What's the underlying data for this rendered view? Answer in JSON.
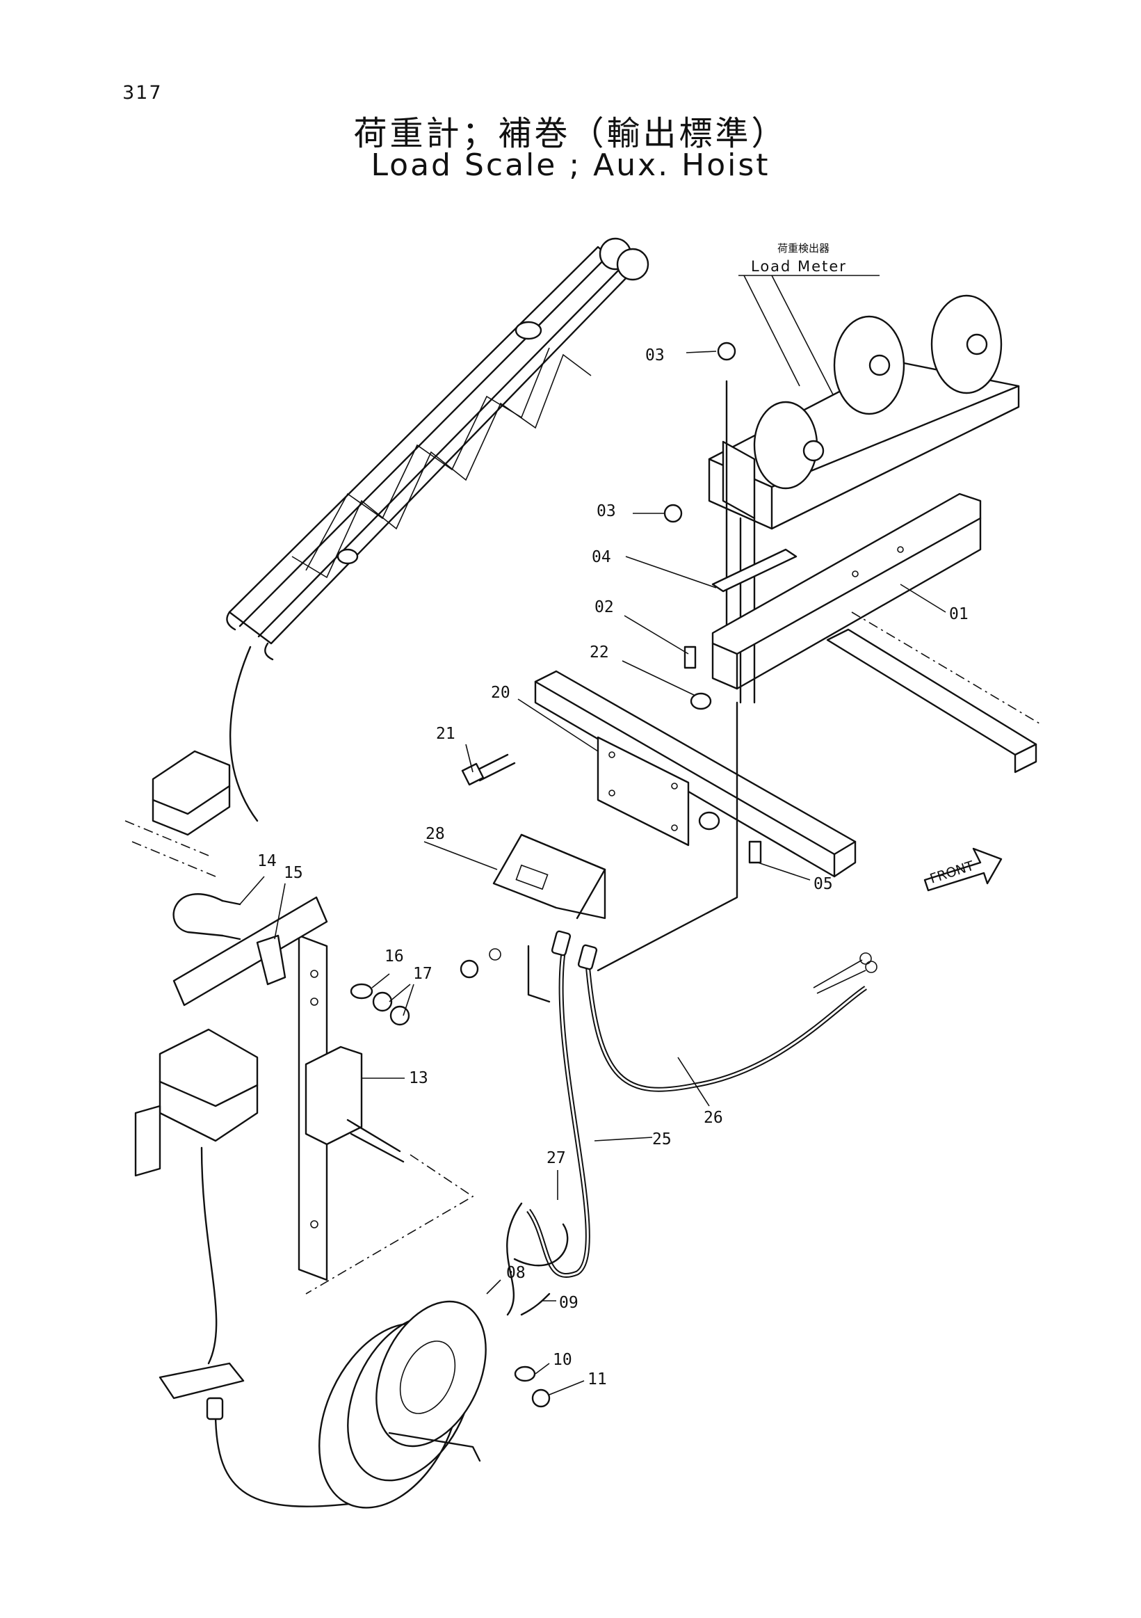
{
  "page": {
    "number": "317"
  },
  "title": {
    "japanese": "荷重計；補巻（輸出標準）",
    "english": "Load Scale ; Aux. Hoist"
  },
  "load_meter": {
    "label_jp": "荷重検出器",
    "label_en": "Load   Meter"
  },
  "front_marker": "FRONT",
  "callouts": {
    "c01": "01",
    "c02": "02",
    "c03a": "03",
    "c03b": "03",
    "c04": "04",
    "c05": "05",
    "c08": "08",
    "c09": "09",
    "c10": "10",
    "c11": "11",
    "c13": "13",
    "c14": "14",
    "c15": "15",
    "c16": "16",
    "c17": "17",
    "c20": "20",
    "c21": "21",
    "c22": "22",
    "c25": "25",
    "c26": "26",
    "c27": "27",
    "c28": "28"
  }
}
